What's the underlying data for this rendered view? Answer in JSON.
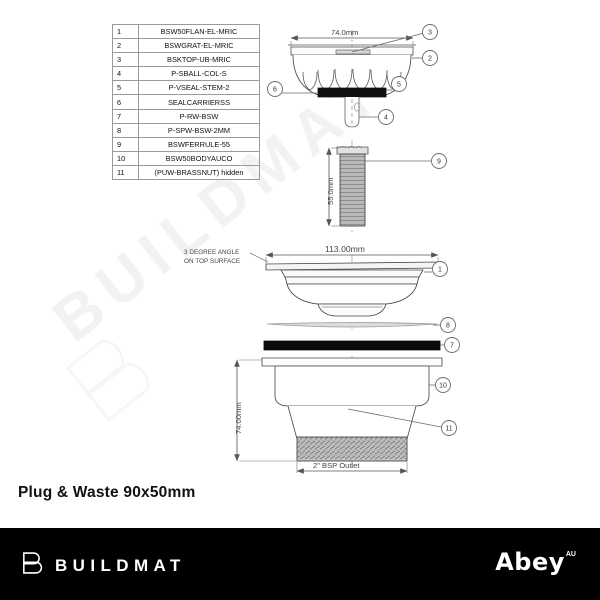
{
  "document": {
    "title": "Plug & Waste 90x50mm",
    "type": "technical-drawing"
  },
  "parts_table": {
    "rows": [
      {
        "num": "1",
        "code": "BSW50FLAN-EL-MRIC"
      },
      {
        "num": "2",
        "code": "BSWGRAT-EL-MRIC"
      },
      {
        "num": "3",
        "code": "BSKTOP-UB-MRIC"
      },
      {
        "num": "4",
        "code": "P-SBALL-COL-S"
      },
      {
        "num": "5",
        "code": "P-VSEAL-STEM-2"
      },
      {
        "num": "6",
        "code": "SEALCARRIERSS"
      },
      {
        "num": "7",
        "code": "P-RW-BSW"
      },
      {
        "num": "8",
        "code": "P-SPW-BSW-2MM"
      },
      {
        "num": "9",
        "code": "BSWFERRULE-55"
      },
      {
        "num": "10",
        "code": "BSW50BODYAUCO"
      },
      {
        "num": "11",
        "code": "(PUW-BRASSNUT) hidden"
      }
    ]
  },
  "drawing": {
    "dimensions": {
      "strainer_width": "74.0mm",
      "ferrule_length": "55.0mm",
      "flange_width": "113.00mm",
      "body_height": "74.00mm",
      "outlet": "2\" BSP Outlet"
    },
    "notes": {
      "angle_line1": "3 DEGREE ANGLE",
      "angle_line2": "ON TOP SURFACE"
    },
    "callouts": {
      "strainer_top": "3",
      "grate": "2",
      "vseal_stem": "5",
      "seal_carrier": "6",
      "ball": "4",
      "ferrule": "9",
      "flange": "1",
      "rubber_washer": "8",
      "sponge_washer": "7",
      "body": "10",
      "brass_nut": "11"
    }
  },
  "watermark": {
    "text": "BUILDMAT"
  },
  "footer": {
    "left_brand": "BUILDMAT",
    "right_brand": "Abey",
    "right_brand_sup": "AU",
    "background": "#000000"
  }
}
